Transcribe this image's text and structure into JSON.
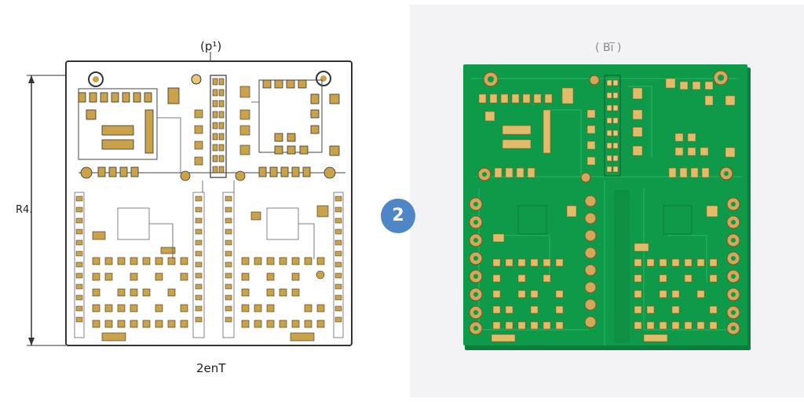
{
  "drawing": {
    "top_label": "(p¹)",
    "side_label": "R4.",
    "bottom_label": "2enT"
  },
  "step": {
    "number": "2"
  },
  "photo": {
    "top_label": "( Bi̅ )"
  },
  "colors": {
    "board_green": "#0f9a4a",
    "board_edge": "#0c7e3c",
    "copper": "#c9a24a",
    "outline": "#333333",
    "accent_blue": "#4f86c6"
  }
}
